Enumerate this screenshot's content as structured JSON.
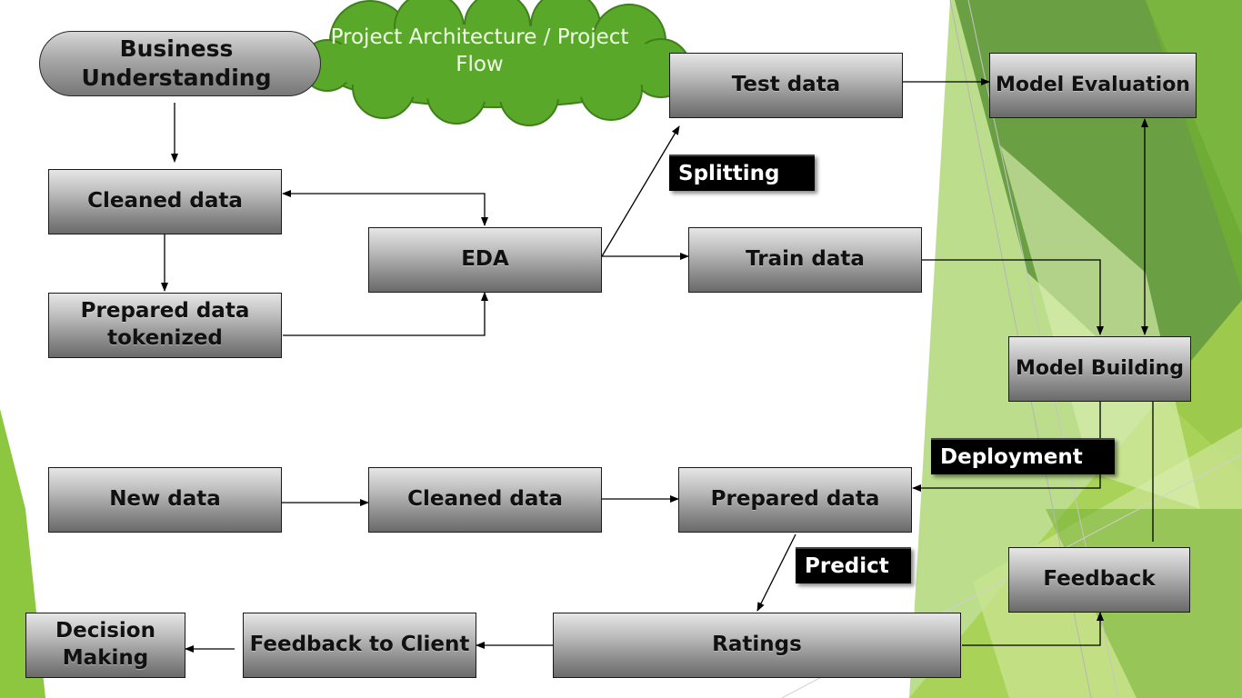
{
  "title": "Project Architecture / Project Flow",
  "nodes": {
    "business_understanding": "Business Understanding",
    "cleaned_data": "Cleaned data",
    "prepared_data_tokenized": "Prepared data tokenized",
    "eda": "EDA",
    "test_data": "Test data",
    "train_data": "Train data",
    "model_evaluation": "Model Evaluation",
    "model_building": "Model Building",
    "new_data": "New data",
    "cleaned_data_2": "Cleaned data",
    "prepared_data": "Prepared data",
    "ratings": "Ratings",
    "feedback": "Feedback",
    "feedback_to_client": "Feedback to Client",
    "decision_making": "Decision Making"
  },
  "edge_labels": {
    "splitting": "Splitting",
    "deployment": "Deployment",
    "predict": "Predict"
  },
  "colors": {
    "cloud_fill": "#5aa829",
    "cloud_outline": "#3f7f1c",
    "node_top": "#e6e6e6",
    "node_bottom": "#6a6a6a",
    "label_bg": "#000000",
    "accent_green": "#8dc63f"
  }
}
